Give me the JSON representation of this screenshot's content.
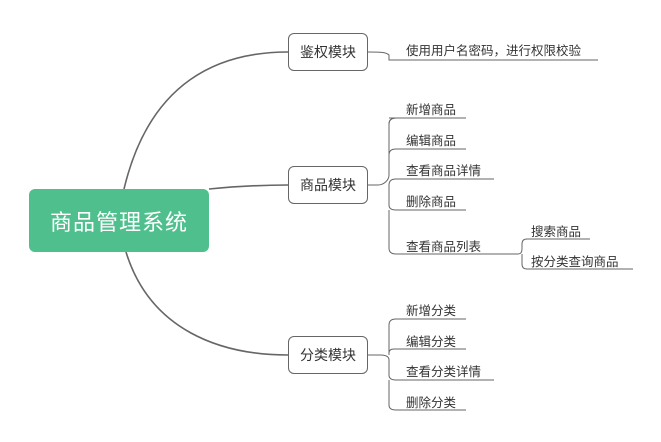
{
  "root": {
    "label": "商品管理系统"
  },
  "modules": [
    {
      "label": "鉴权模块",
      "items": [
        {
          "label": "使用用户名密码，进行权限校验"
        }
      ]
    },
    {
      "label": "商品模块",
      "items": [
        {
          "label": "新增商品"
        },
        {
          "label": "编辑商品"
        },
        {
          "label": "查看商品详情"
        },
        {
          "label": "删除商品"
        },
        {
          "label": "查看商品列表",
          "children": [
            {
              "label": "搜索商品"
            },
            {
              "label": "按分类查询商品"
            }
          ]
        }
      ]
    },
    {
      "label": "分类模块",
      "items": [
        {
          "label": "新增分类"
        },
        {
          "label": "编辑分类"
        },
        {
          "label": "查看分类详情"
        },
        {
          "label": "删除分类"
        }
      ]
    }
  ],
  "colors": {
    "root_fill": "#4fc08d",
    "line": "#666666",
    "text": "#333333"
  }
}
